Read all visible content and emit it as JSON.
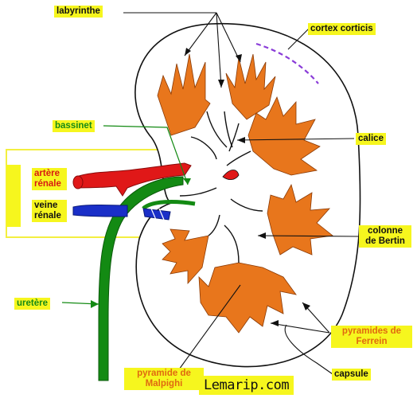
{
  "labels": {
    "labyrinthe": "labyrinthe",
    "cortex": "cortex corticis",
    "bassinet": "bassinet",
    "calice": "calice",
    "artere": "artère rénale",
    "veine": "veine rénale",
    "colonne": "colonne de Bertin",
    "uretere": "uretère",
    "pyramides_ferrein": "pyramides de Ferrein",
    "pyramide_malpighi": "pyramide de Malpighi",
    "capsule": "capsule"
  },
  "logo": "Lemarip.com",
  "colors": {
    "pyramid": "#e8761c",
    "artery": "#e01818",
    "vein": "#1a2fc8",
    "ureter": "#138a13",
    "highlight": "#f6f61e",
    "outline": "#111111",
    "cortex_dash": "#8a3cd8"
  }
}
